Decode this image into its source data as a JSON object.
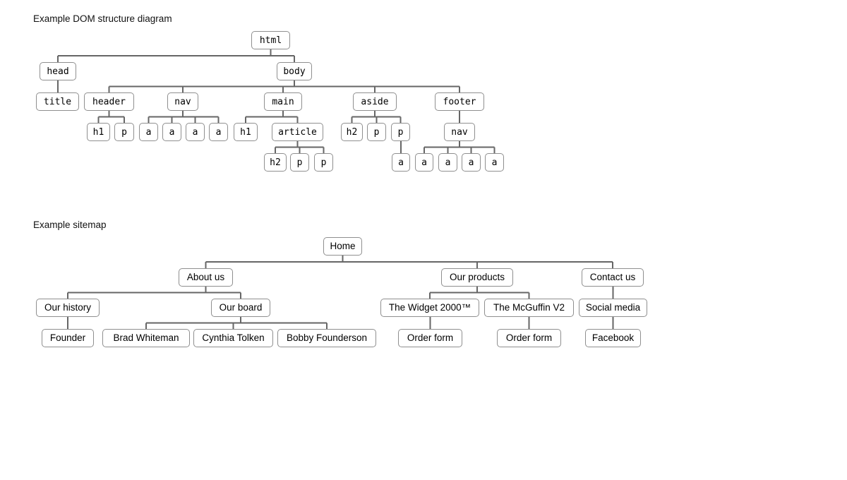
{
  "colors": {
    "connector": "#666666",
    "box_border": "#8f8f8f",
    "box_background": "#ffffff",
    "text": "#000000"
  },
  "diagrams": [
    {
      "id": "dom-structure",
      "title": "Example DOM structure diagram",
      "tree": {
        "id": "html",
        "label": "html",
        "children": [
          {
            "id": "head",
            "label": "head",
            "children": [
              {
                "id": "title",
                "label": "title"
              }
            ]
          },
          {
            "id": "body",
            "label": "body",
            "children": [
              {
                "id": "header",
                "label": "header",
                "children": [
                  {
                    "id": "header-h1",
                    "label": "h1"
                  },
                  {
                    "id": "header-p",
                    "label": "p"
                  }
                ]
              },
              {
                "id": "nav",
                "label": "nav",
                "children": [
                  {
                    "id": "nav-a1",
                    "label": "a"
                  },
                  {
                    "id": "nav-a2",
                    "label": "a"
                  },
                  {
                    "id": "nav-a3",
                    "label": "a"
                  },
                  {
                    "id": "nav-a4",
                    "label": "a"
                  }
                ]
              },
              {
                "id": "main",
                "label": "main",
                "children": [
                  {
                    "id": "main-h1",
                    "label": "h1"
                  },
                  {
                    "id": "article",
                    "label": "article",
                    "children": [
                      {
                        "id": "article-h2",
                        "label": "h2"
                      },
                      {
                        "id": "article-p1",
                        "label": "p"
                      },
                      {
                        "id": "article-p2",
                        "label": "p"
                      }
                    ]
                  }
                ]
              },
              {
                "id": "aside",
                "label": "aside",
                "children": [
                  {
                    "id": "aside-h2",
                    "label": "h2"
                  },
                  {
                    "id": "aside-p1",
                    "label": "p"
                  },
                  {
                    "id": "aside-p2",
                    "label": "p",
                    "children": [
                      {
                        "id": "aside-p2-a",
                        "label": "a"
                      }
                    ]
                  }
                ]
              },
              {
                "id": "footer",
                "label": "footer",
                "children": [
                  {
                    "id": "footer-nav",
                    "label": "nav",
                    "children": [
                      {
                        "id": "footer-nav-a1",
                        "label": "a"
                      },
                      {
                        "id": "footer-nav-a2",
                        "label": "a"
                      },
                      {
                        "id": "footer-nav-a3",
                        "label": "a"
                      },
                      {
                        "id": "footer-nav-a4",
                        "label": "a"
                      }
                    ]
                  }
                ]
              }
            ]
          }
        ]
      }
    },
    {
      "id": "sitemap",
      "title": "Example sitemap",
      "tree": {
        "id": "home",
        "label": "Home",
        "children": [
          {
            "id": "about-us",
            "label": "About us",
            "children": [
              {
                "id": "our-history",
                "label": "Our history",
                "children": [
                  {
                    "id": "founder",
                    "label": "Founder"
                  }
                ]
              },
              {
                "id": "our-board",
                "label": "Our board",
                "children": [
                  {
                    "id": "brad-whiteman",
                    "label": "Brad Whiteman"
                  },
                  {
                    "id": "cynthia-tolken",
                    "label": "Cynthia Tolken"
                  },
                  {
                    "id": "bobby-founderson",
                    "label": "Bobby Founderson"
                  }
                ]
              }
            ]
          },
          {
            "id": "our-products",
            "label": "Our products",
            "children": [
              {
                "id": "widget-2000",
                "label": "The Widget 2000™",
                "children": [
                  {
                    "id": "widget-order-form",
                    "label": "Order form"
                  }
                ]
              },
              {
                "id": "mcguffin-v2",
                "label": "The McGuffin V2",
                "children": [
                  {
                    "id": "mcguffin-order-form",
                    "label": "Order form"
                  }
                ]
              }
            ]
          },
          {
            "id": "contact-us",
            "label": "Contact us",
            "children": [
              {
                "id": "social-media",
                "label": "Social media",
                "children": [
                  {
                    "id": "facebook",
                    "label": "Facebook"
                  }
                ]
              }
            ]
          }
        ]
      }
    }
  ]
}
